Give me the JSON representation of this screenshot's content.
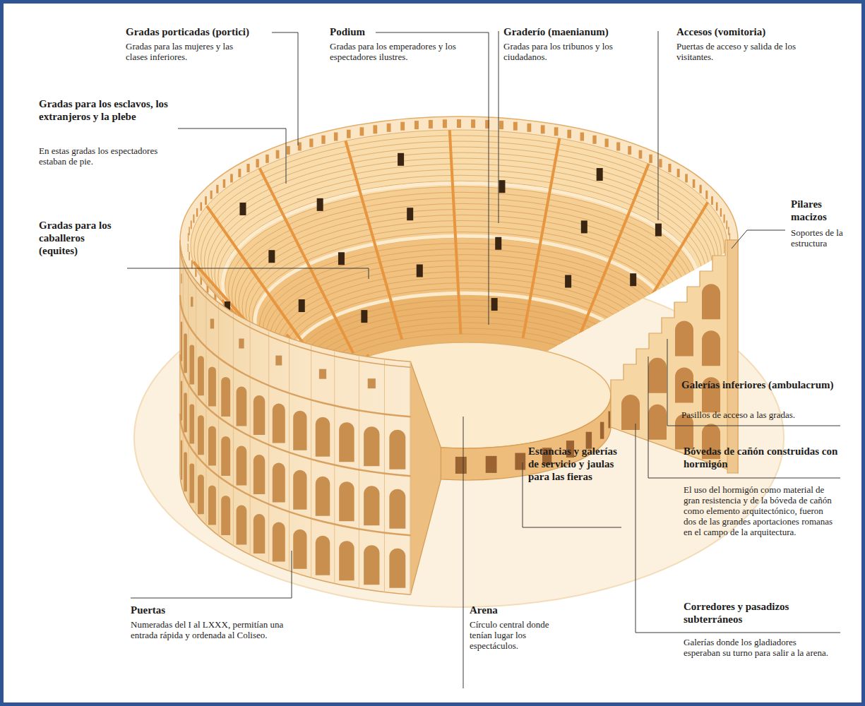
{
  "diagram": {
    "labels": [
      "Gradas porticadas (portici)",
      "Gradas para las mujeres y las clases inferiores.",
      "Podium",
      "Gradas para los emperadores y los espectadores ilustres.",
      "Graderío (maenianum)",
      "Gradas para los tribunos y los ciudadanos.",
      "Accesos (vomitoria)",
      "Puertas de acceso y salida de los visitantes.",
      "Gradas para los esclavos, los extranjeros y la plebe",
      "En estas gradas los espectadores estaban de pie.",
      "Gradas para los caballeros (equites)",
      "Pilares macizos",
      "Soportes de la estructura",
      "Galerías inferiores (ambulacrum)",
      "Pasillos de acceso a las gradas.",
      "Bóvedas de cañón construidas con hormigón",
      "El uso del hormigón como material de gran resistencia y de la bóveda de cañón como elemento arquitectónico, fueron dos de las grandes aportaciones romanas en el campo de la arquitectura.",
      "Estancias y galerías de servicio y jaulas para las fieras",
      "Corredores y pasadizos subterráneos",
      "Galerías donde los gladiadores esperaban su turno para salir a la arena.",
      "Puertas",
      "Numeradas del I al LXXX, permitían una entrada rápida y ordenada al Coliseo.",
      "Arena",
      "Círculo central donde tenían lugar los espectáculos."
    ]
  }
}
